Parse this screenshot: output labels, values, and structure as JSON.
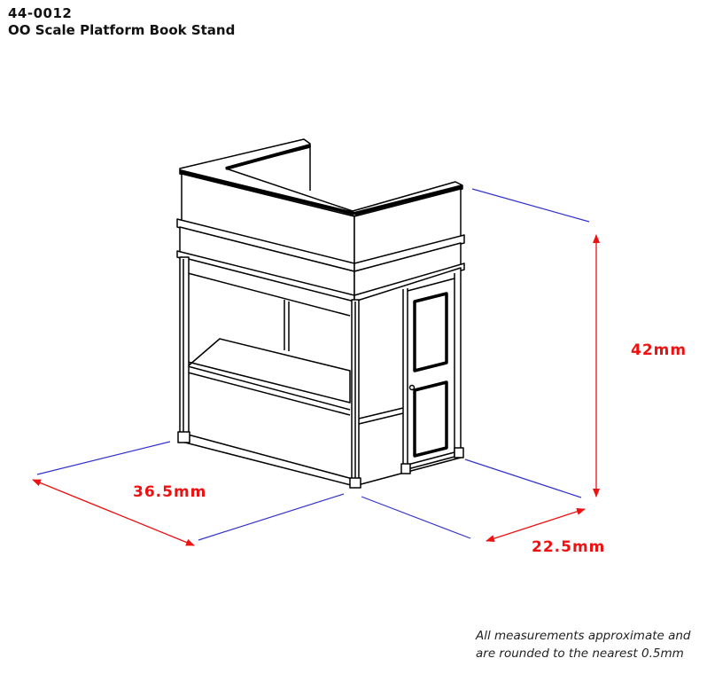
{
  "header": {
    "product_code": "44-0012",
    "product_name": "OO Scale Platform Book Stand"
  },
  "dimensions": {
    "height": "42mm",
    "width": "36.5mm",
    "depth": "22.5mm"
  },
  "colors": {
    "dimension_arrow": "#ee1111",
    "extension_line": "#3333cc",
    "outline": "#000000"
  },
  "footnote": {
    "line1": "All measurements approximate and",
    "line2": "are rounded to the nearest 0.5mm"
  }
}
